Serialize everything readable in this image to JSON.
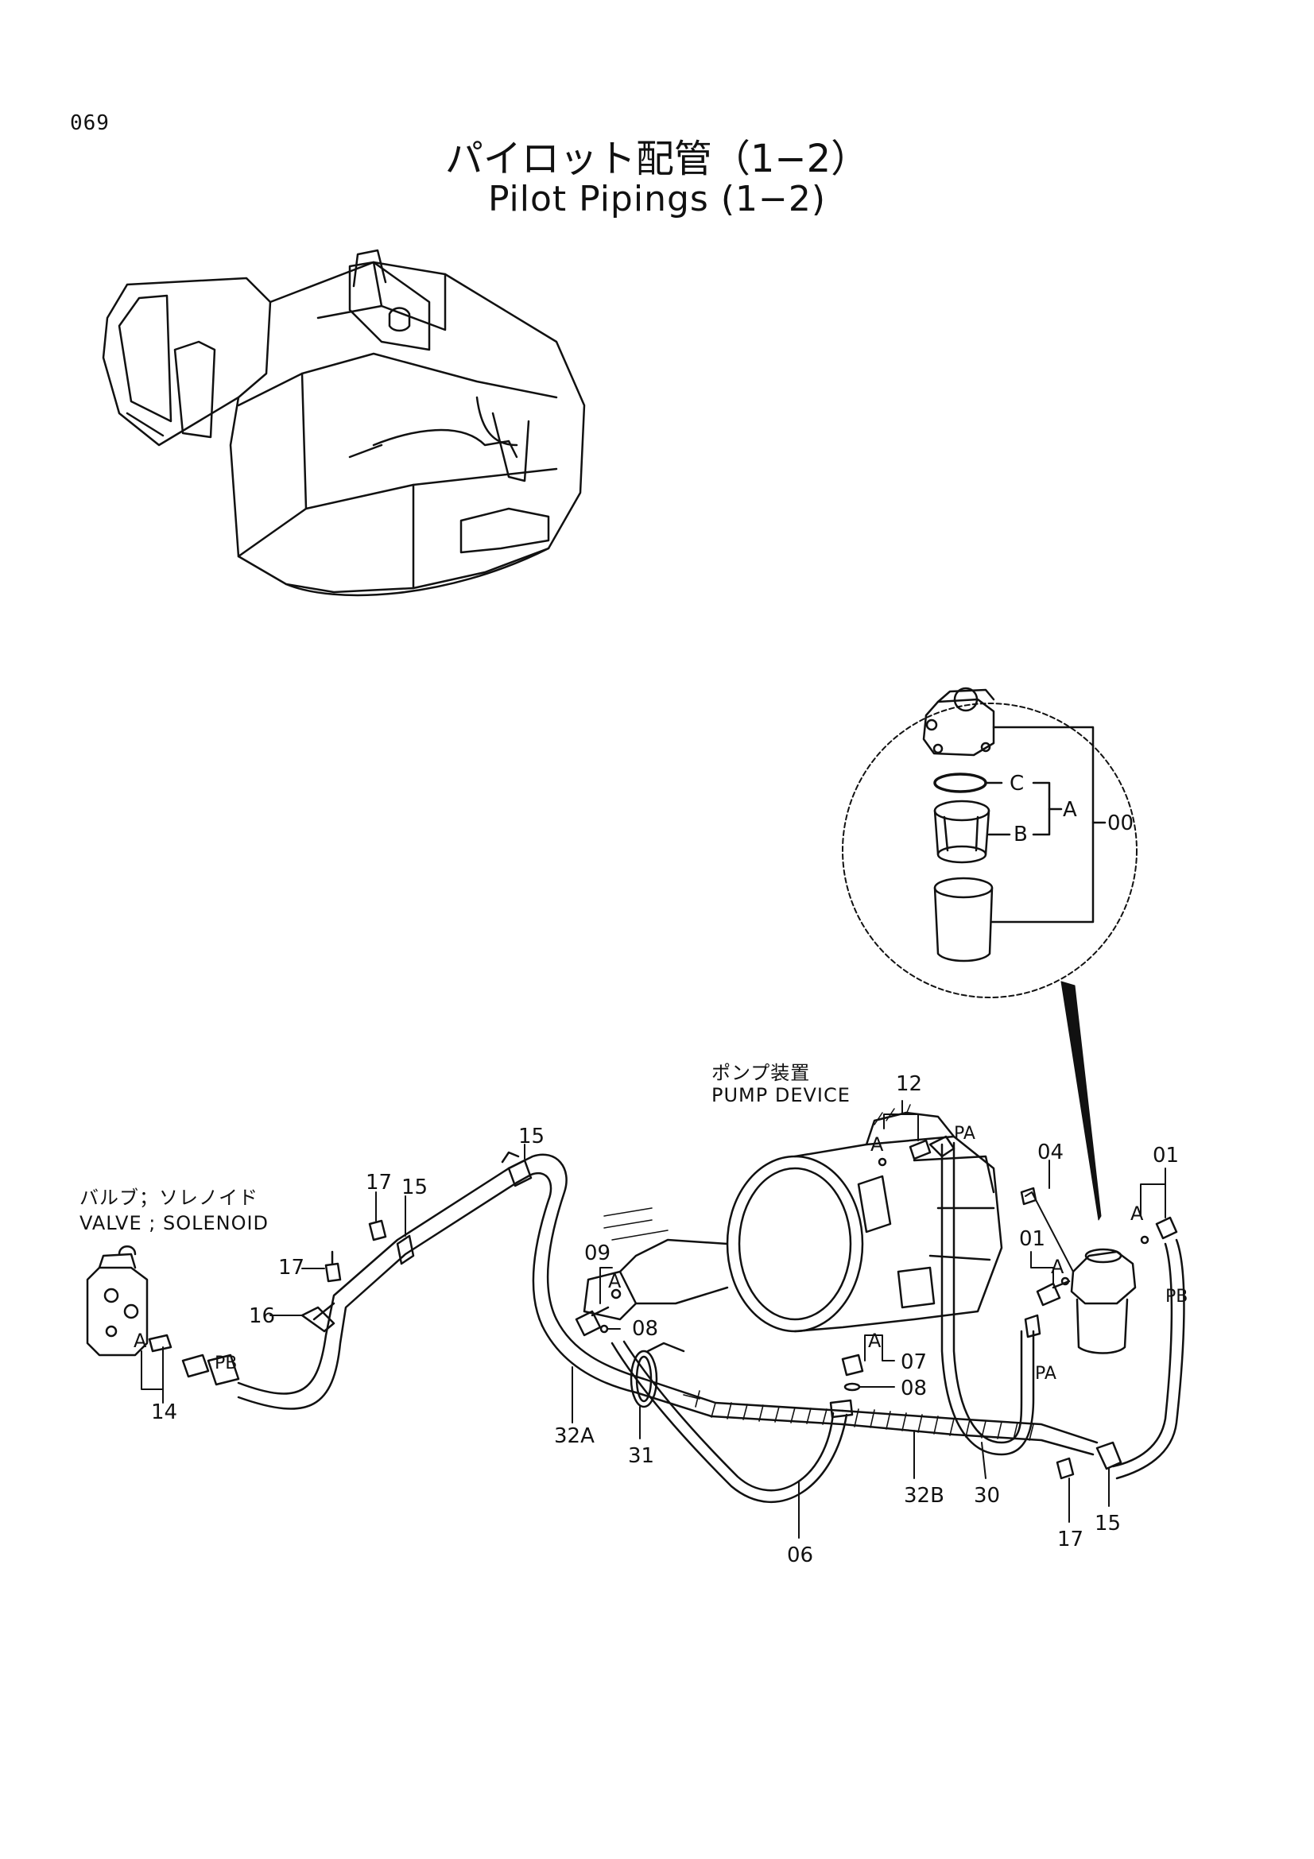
{
  "page_number": "069",
  "title_jp": "パイロット配管（1−2）",
  "title_en": "Pilot Pipings (1−2)",
  "labels": {
    "valve_jp": "バルブ；ソレノイド",
    "valve_en": "VALVE ; SOLENOID",
    "pump_jp": "ポンプ装置",
    "pump_en": "PUMP DEVICE"
  },
  "callouts": {
    "p00": "00",
    "pA": "A",
    "pB": "B",
    "pC": "C",
    "p01a": "01",
    "p01b": "01",
    "p04": "04",
    "p06": "06",
    "p07": "07",
    "p08a": "08",
    "p08b": "08",
    "p09": "09",
    "p12": "12",
    "p14": "14",
    "p15a": "15",
    "p15b": "15",
    "p15c": "15",
    "p16": "16",
    "p17a": "17",
    "p17b": "17",
    "p17c": "17",
    "p30": "30",
    "p31": "31",
    "p32A": "32A",
    "p32B": "32B",
    "conn_A1": "A",
    "conn_A2": "A",
    "conn_A3": "A",
    "conn_A4": "A",
    "conn_A5": "A",
    "conn_A6": "A",
    "port_PA1": "PA",
    "port_PA2": "PA",
    "port_PB1": "PB",
    "port_PB2": "PB"
  }
}
